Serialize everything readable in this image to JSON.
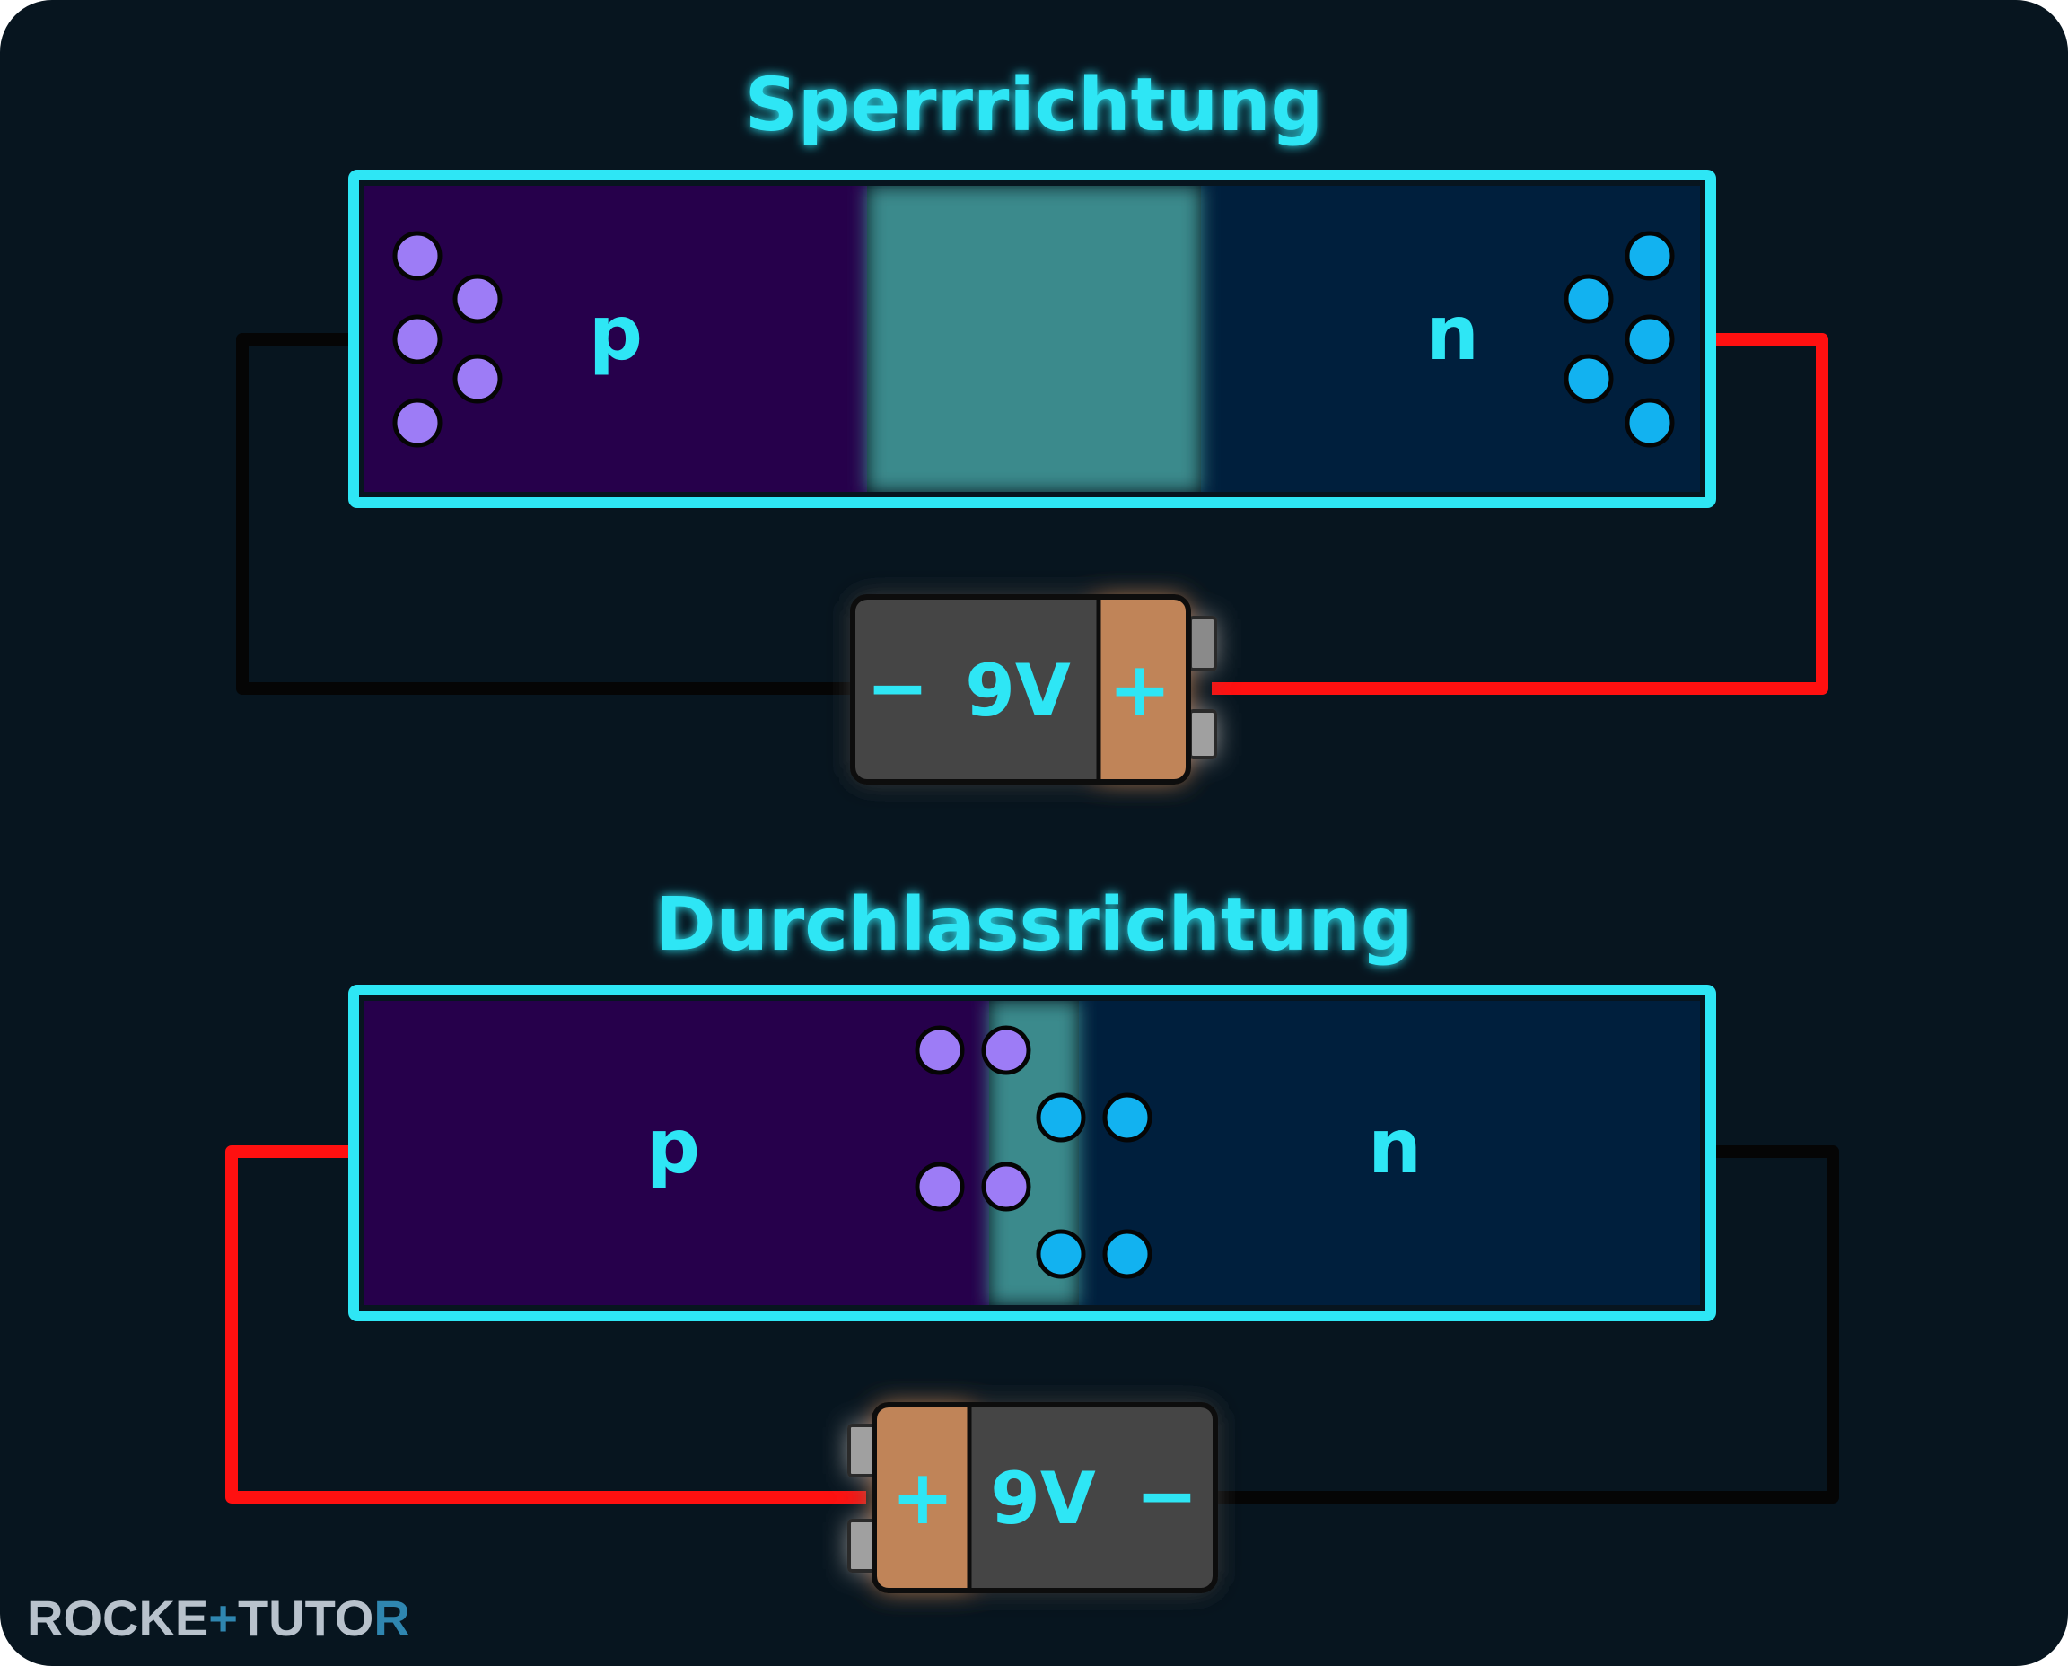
{
  "colors": {
    "background": "#07151f",
    "accent_cyan": "#2ee6f5",
    "p_region": "#26004b",
    "n_region": "#001f3d",
    "depletion": "#3a8a8c",
    "hole": "#9d7cf6",
    "electron": "#12b2f0",
    "wire_positive": "#ff1010",
    "wire_negative": "#050505",
    "battery_body": "#454545",
    "battery_copper": "#c08458",
    "logo_text": "#b8c2cc",
    "logo_accent": "#2f86b0"
  },
  "reverse": {
    "title": "Sperrrichtung",
    "p_label": "p",
    "n_label": "n",
    "battery": {
      "minus": "−",
      "voltage": "9V",
      "plus": "+"
    }
  },
  "forward": {
    "title": "Durchlassrichtung",
    "p_label": "p",
    "n_label": "n",
    "battery": {
      "plus": "+",
      "voltage": "9V",
      "minus": "−"
    }
  },
  "logo": {
    "part1": "ROCKE",
    "part2": "+",
    "part3": "TUTO",
    "part4": "R"
  }
}
